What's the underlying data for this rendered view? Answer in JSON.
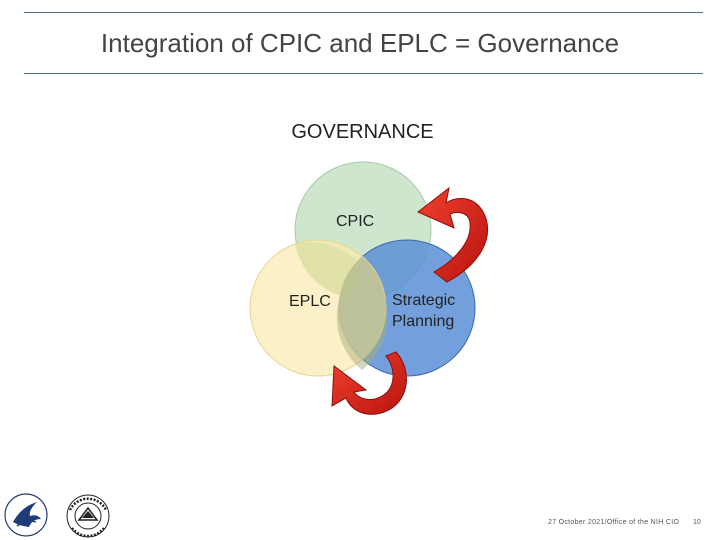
{
  "slide": {
    "title": "Integration of CPIC and EPLC = Governance",
    "heading": "GOVERNANCE",
    "page_number": "10",
    "footer": "27 October 2021/Office of the NIH CIO"
  },
  "diagram": {
    "circles": [
      {
        "id": "cpic",
        "label": "CPIC",
        "color": "#b9dcb8"
      },
      {
        "id": "eplc",
        "label": "EPLC",
        "color": "#fbe9a6"
      },
      {
        "id": "strategic",
        "label_lines": [
          "Strategic",
          "Planning"
        ],
        "color": "#3f78c8"
      }
    ],
    "arrows": [
      {
        "name": "curved-arrow-upper",
        "color": "#e0241c"
      },
      {
        "name": "curved-arrow-lower",
        "color": "#e0241c"
      }
    ]
  },
  "logos": [
    "hhs-eagle-logo",
    "national-institutes-of-health-seal"
  ]
}
